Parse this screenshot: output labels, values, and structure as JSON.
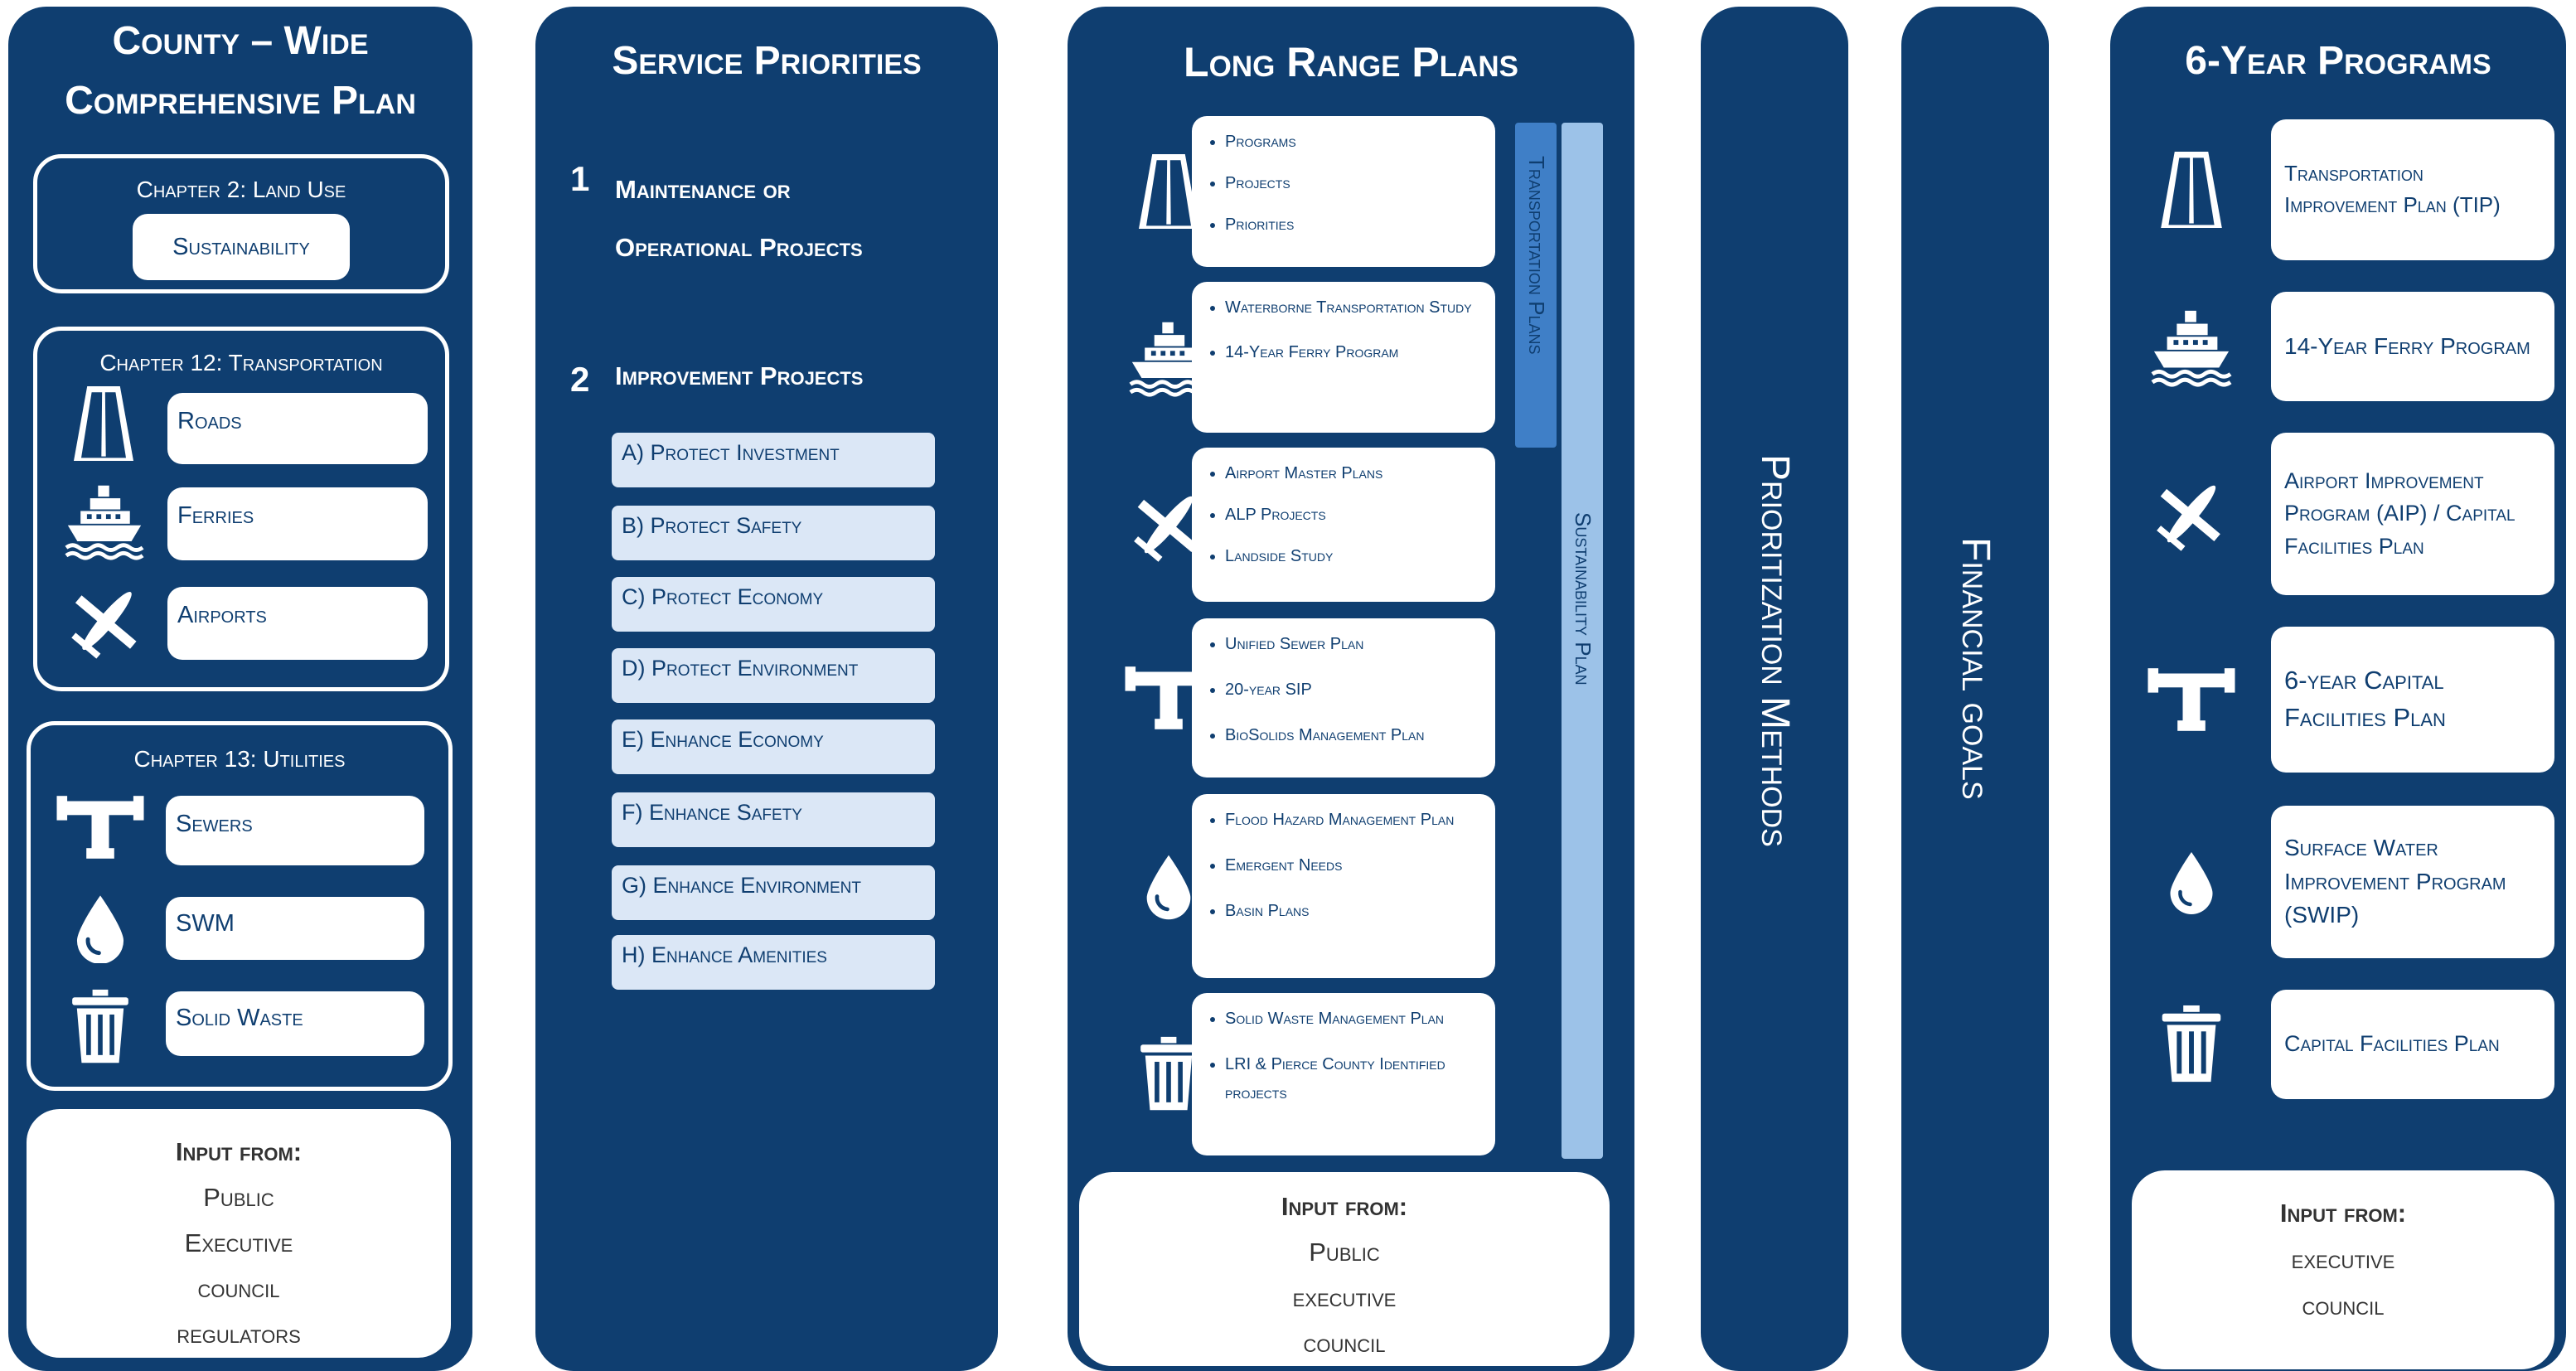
{
  "comprehensive_plan": {
    "title_line1": "County – Wide",
    "title_line2": "Comprehensive Plan",
    "ch2": {
      "header": "Chapter 2: Land Use",
      "item": "Sustainability"
    },
    "ch12": {
      "header": "Chapter 12: Transportation",
      "items": [
        "Roads",
        "Ferries",
        "Airports"
      ]
    },
    "ch13": {
      "header": "Chapter 13: Utilities",
      "items": [
        "Sewers",
        "SWM",
        "Solid Waste"
      ]
    },
    "input": {
      "title": "Input from:",
      "lines": [
        "Public",
        "Executive",
        "council",
        "regulators"
      ]
    }
  },
  "service_priorities": {
    "title": "Service Priorities",
    "p1": {
      "num": "1",
      "line1": "Maintenance or",
      "line2": "Operational Projects"
    },
    "p2": {
      "num": "2",
      "label": "Improvement Projects"
    },
    "items": [
      "A) Protect Investment",
      "B) Protect Safety",
      "C) Protect Economy",
      "D) Protect Environment",
      "E) Enhance Economy",
      "F) Enhance Safety",
      "G) Enhance Environment",
      "H) Enhance Amenities"
    ]
  },
  "long_range": {
    "title": "Long Range Plans",
    "groups": [
      {
        "icon": "road-icon",
        "bullets": [
          "Programs",
          "Projects",
          "Priorities"
        ]
      },
      {
        "icon": "ferry-icon",
        "bullets": [
          "Waterborne Transportation Study",
          "14-Year Ferry Program"
        ]
      },
      {
        "icon": "airplane-icon",
        "bullets": [
          "Airport Master Plans",
          "ALP Projects",
          "Landside Study"
        ]
      },
      {
        "icon": "pipe-icon",
        "bullets": [
          "Unified Sewer Plan",
          "20-year SIP",
          "BioSolids Management Plan"
        ]
      },
      {
        "icon": "water-drop-icon",
        "bullets": [
          "Flood Hazard Management Plan",
          "Emergent Needs",
          "Basin Plans"
        ]
      },
      {
        "icon": "trash-can-icon",
        "bullets": [
          "Solid Waste Management Plan",
          "LRI & Pierce County Identified projects"
        ]
      }
    ],
    "transportation_bar": "Transportation Plans",
    "sustainability_bar": "Sustainability Plan",
    "input": {
      "title": "Input from:",
      "lines": [
        "Public",
        "executive",
        "council"
      ]
    }
  },
  "prioritization": {
    "label": "Prioritization Methods"
  },
  "financial": {
    "label": "Financial goals"
  },
  "six_year": {
    "title": "6-Year Programs",
    "items": [
      "Transportation Improvement Plan (TIP)",
      "14-Year Ferry Program",
      "Airport Improvement Program (AIP) / Capital Facilities Plan",
      "6-year Capital Facilities Plan",
      "Surface Water Improvement Program (SWIP)",
      "Capital Facilities Plan"
    ],
    "input": {
      "title": "Input from:",
      "lines": [
        "executive",
        "council"
      ]
    }
  },
  "colors": {
    "navy": "#0f3e70",
    "light_blue": "#dbe7f6",
    "transport_bar": "#3f7fc7",
    "sustain_bar": "#9cc2e8",
    "white": "#ffffff"
  }
}
